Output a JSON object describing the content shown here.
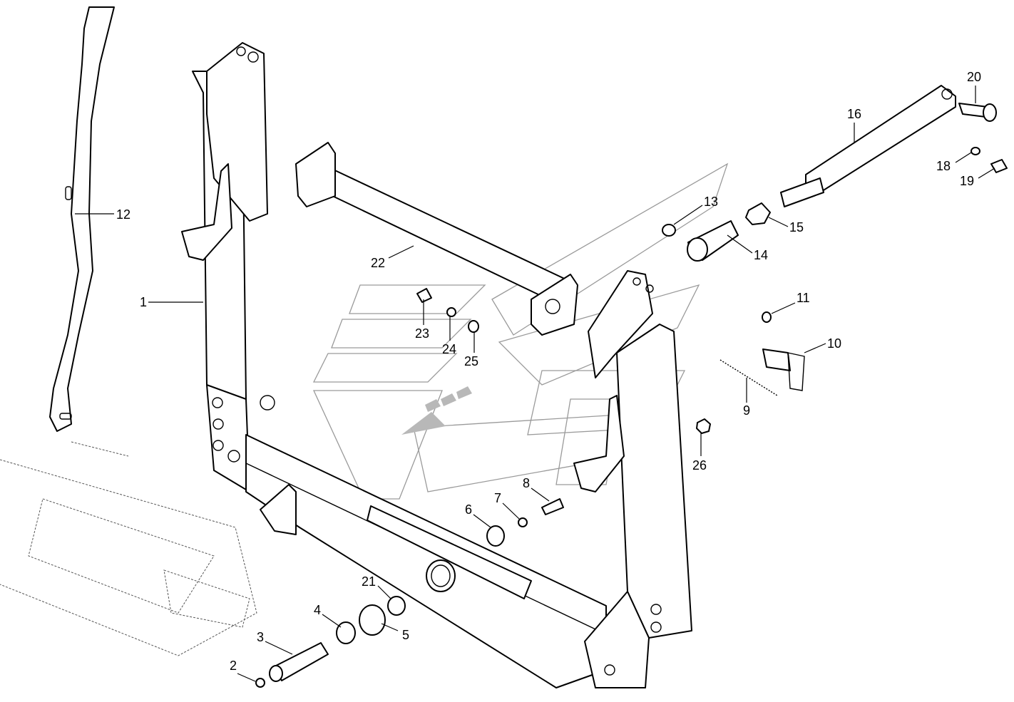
{
  "callouts": [
    {
      "id": "c1",
      "text": "1"
    },
    {
      "id": "c2",
      "text": "2"
    },
    {
      "id": "c3",
      "text": "3"
    },
    {
      "id": "c4",
      "text": "4"
    },
    {
      "id": "c5",
      "text": "5"
    },
    {
      "id": "c6",
      "text": "6"
    },
    {
      "id": "c7",
      "text": "7"
    },
    {
      "id": "c8",
      "text": "8"
    },
    {
      "id": "c9",
      "text": "9"
    },
    {
      "id": "c10",
      "text": "10"
    },
    {
      "id": "c11",
      "text": "11"
    },
    {
      "id": "c12",
      "text": "12"
    },
    {
      "id": "c13",
      "text": "13"
    },
    {
      "id": "c14",
      "text": "14"
    },
    {
      "id": "c15",
      "text": "15"
    },
    {
      "id": "c16",
      "text": "16"
    },
    {
      "id": "c18",
      "text": "18"
    },
    {
      "id": "c19",
      "text": "19"
    },
    {
      "id": "c20",
      "text": "20"
    },
    {
      "id": "c21",
      "text": "21"
    },
    {
      "id": "c22",
      "text": "22"
    },
    {
      "id": "c23",
      "text": "23"
    },
    {
      "id": "c24",
      "text": "24"
    },
    {
      "id": "c25",
      "text": "25"
    },
    {
      "id": "c26",
      "text": "26"
    }
  ],
  "colors": {
    "line": "#000000",
    "watermark": "#9a9a9a",
    "background": "#ffffff"
  }
}
